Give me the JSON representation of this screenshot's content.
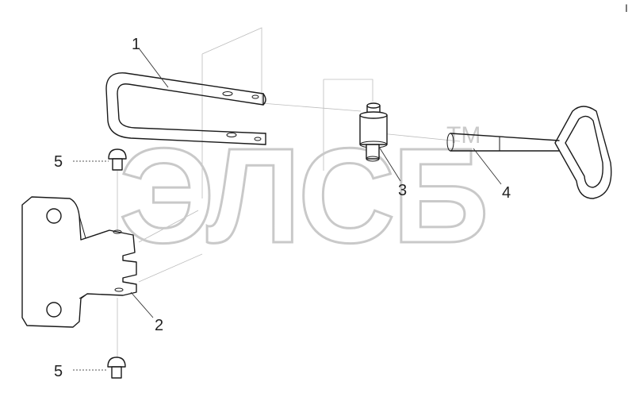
{
  "watermark": {
    "text": "ЭЛСБ",
    "trademark": "TM"
  },
  "corner_mark": "I",
  "callouts": {
    "part_1": "1",
    "part_2": "2",
    "part_3": "3",
    "part_4": "4",
    "part_5_top": "5",
    "part_5_bottom": "5"
  }
}
